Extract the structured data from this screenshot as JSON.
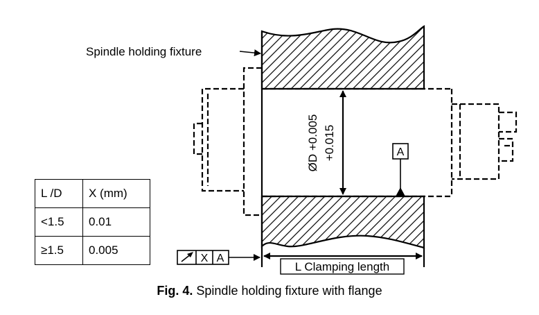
{
  "labels": {
    "fixture": "Spindle holding fixture",
    "diameter_line1": "ØD +0.005",
    "diameter_line2": "+0.015",
    "datum": "A",
    "clamping": "L Clamping length"
  },
  "feature_control_frame": {
    "symbol": "runout-arrow-icon",
    "tolerance": "X",
    "datum": "A"
  },
  "table": {
    "headers": [
      "L /D",
      "X (mm)"
    ],
    "rows": [
      [
        "<1.5",
        "0.01"
      ],
      [
        "≥1.5",
        "0.005"
      ]
    ]
  },
  "caption": {
    "bold": "Fig. 4.",
    "text": " Spindle holding fixture with flange"
  }
}
